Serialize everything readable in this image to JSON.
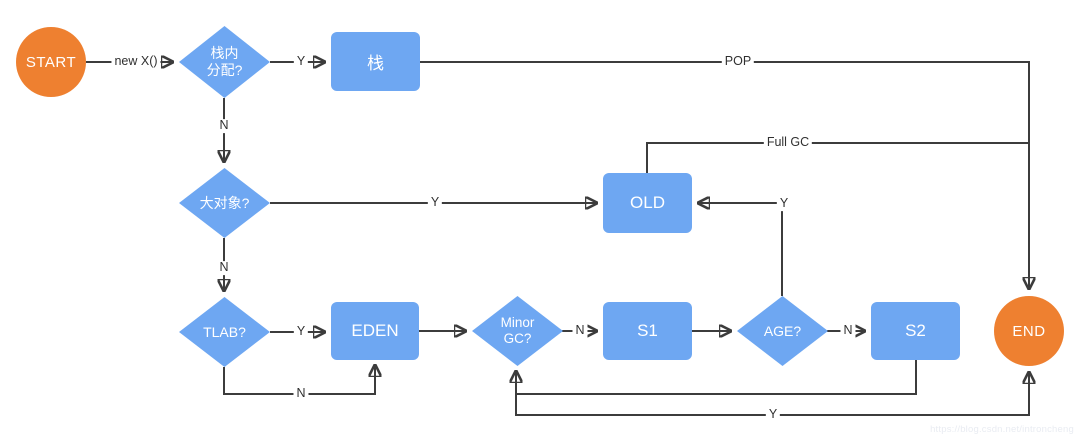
{
  "nodes": {
    "start": {
      "label": "START"
    },
    "stack_alloc": {
      "label_line1": "栈内",
      "label_line2": "分配?"
    },
    "stack": {
      "label": "栈"
    },
    "big_object": {
      "label": "大对象?"
    },
    "old": {
      "label": "OLD"
    },
    "tlab": {
      "label": "TLAB?"
    },
    "eden": {
      "label": "EDEN"
    },
    "minor_gc": {
      "label_line1": "Minor",
      "label_line2": "GC?"
    },
    "s1": {
      "label": "S1"
    },
    "age": {
      "label": "AGE?"
    },
    "s2": {
      "label": "S2"
    },
    "end": {
      "label": "END"
    }
  },
  "edge_labels": {
    "new_x": "new X()",
    "stack_alloc_yes": "Y",
    "stack_alloc_no": "N",
    "pop": "POP",
    "big_object_yes": "Y",
    "big_object_no": "N",
    "full_gc": "Full GC",
    "tlab_yes": "Y",
    "tlab_no": "N",
    "minor_gc_no": "N",
    "age_yes": "Y",
    "age_no": "N",
    "minor_gc_yes": "Y"
  },
  "colors": {
    "node_blue": "#6ea7f2",
    "terminal_orange": "#ee8030",
    "line": "#3c3c3c"
  },
  "watermark": "https://blog.csdn.net/introncheng"
}
